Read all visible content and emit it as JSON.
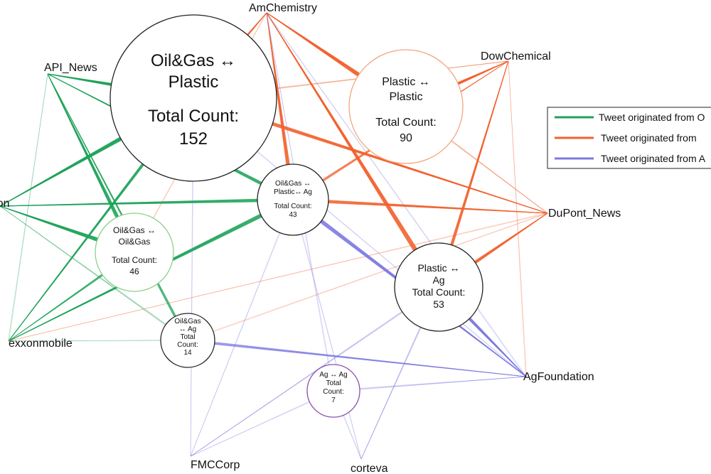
{
  "colors": {
    "oilgas": "#1fa35a",
    "chemical": "#f2622e",
    "ag": "#7c78e0",
    "circle_oilgas": "#8fd08a",
    "circle_chemical": "#f3a57f",
    "circle_ag": "#8a4fb0",
    "circle_mixed": "#222222"
  },
  "nodes": [
    {
      "id": "AmChemistry",
      "label": "AmChemistry",
      "group": "chemical"
    },
    {
      "id": "DowChemical",
      "label": "DowChemical",
      "group": "chemical"
    },
    {
      "id": "DuPont_News",
      "label": "DuPont_News",
      "group": "chemical"
    },
    {
      "id": "API_News",
      "label": "API_News",
      "group": "oilgas"
    },
    {
      "id": "Chevron",
      "label": "Chevron",
      "group": "oilgas"
    },
    {
      "id": "exxonmobile",
      "label": "exxonmobile",
      "group": "oilgas"
    },
    {
      "id": "AgFoundation",
      "label": "AgFoundation",
      "group": "ag"
    },
    {
      "id": "FMCCorp",
      "label": "FMCCorp",
      "group": "ag"
    },
    {
      "id": "corteva",
      "label": "corteva",
      "group": "ag"
    }
  ],
  "clusters": [
    {
      "id": "oilgas_plastic",
      "lines": [
        "Oil&Gas ↔",
        "Plastic",
        "",
        "Total Count:",
        "152"
      ],
      "count": 152,
      "style": "mixed"
    },
    {
      "id": "plastic_plastic",
      "lines": [
        "Plastic ↔",
        "Plastic",
        "",
        "Total Count:",
        "90"
      ],
      "count": 90,
      "style": "chemical"
    },
    {
      "id": "oilgas_plastic_ag",
      "lines": [
        "Oil&Gas ↔",
        "Plastic↔ Ag",
        "",
        "Total Count:",
        "43"
      ],
      "count": 43,
      "style": "mixed"
    },
    {
      "id": "oilgas_oilgas",
      "lines": [
        "Oil&Gas ↔",
        "Oil&Gas",
        "",
        "Total Count:",
        "46"
      ],
      "count": 46,
      "style": "oilgas"
    },
    {
      "id": "plastic_ag",
      "lines": [
        "Plastic ↔",
        "Ag",
        "Total Count:",
        "53"
      ],
      "count": 53,
      "style": "mixed"
    },
    {
      "id": "oilgas_ag",
      "lines": [
        "Oil&Gas",
        "↔ Ag",
        "Total",
        "Count:",
        "14"
      ],
      "count": 14,
      "style": "mixed"
    },
    {
      "id": "ag_ag",
      "lines": [
        "Ag ↔ Ag",
        "Total",
        "Count:",
        "7"
      ],
      "count": 7,
      "style": "ag"
    }
  ],
  "edges": [
    {
      "from": "AmChemistry",
      "to": "oilgas_plastic",
      "color": "chemical",
      "weight": 6
    },
    {
      "from": "AmChemistry",
      "to": "plastic_plastic",
      "color": "chemical",
      "weight": 7
    },
    {
      "from": "AmChemistry",
      "to": "oilgas_plastic_ag",
      "color": "chemical",
      "weight": 5
    },
    {
      "from": "AmChemistry",
      "to": "plastic_ag",
      "color": "chemical",
      "weight": 6
    },
    {
      "from": "AmChemistry",
      "to": "oilgas_oilgas",
      "color": "chemical",
      "weight": 1
    },
    {
      "from": "AmChemistry",
      "to": "ag_ag",
      "color": "ag",
      "weight": 1
    },
    {
      "from": "AmChemistry",
      "to": "AgFoundation",
      "color": "ag",
      "weight": 1
    },
    {
      "from": "DowChemical",
      "to": "oilgas_plastic",
      "color": "chemical",
      "weight": 2
    },
    {
      "from": "DowChemical",
      "to": "plastic_plastic",
      "color": "chemical",
      "weight": 6
    },
    {
      "from": "DowChemical",
      "to": "oilgas_plastic_ag",
      "color": "chemical",
      "weight": 3
    },
    {
      "from": "DowChemical",
      "to": "plastic_ag",
      "color": "chemical",
      "weight": 4
    },
    {
      "from": "DowChemical",
      "to": "AgFoundation",
      "color": "chemical",
      "weight": 1
    },
    {
      "from": "DuPont_News",
      "to": "oilgas_plastic",
      "color": "chemical",
      "weight": 5
    },
    {
      "from": "DuPont_News",
      "to": "plastic_plastic",
      "color": "chemical",
      "weight": 2
    },
    {
      "from": "DuPont_News",
      "to": "oilgas_plastic_ag",
      "color": "chemical",
      "weight": 4
    },
    {
      "from": "DuPont_News",
      "to": "plastic_ag",
      "color": "chemical",
      "weight": 5
    },
    {
      "from": "DuPont_News",
      "to": "oilgas_ag",
      "color": "chemical",
      "weight": 1
    },
    {
      "from": "API_News",
      "to": "oilgas_plastic",
      "color": "oilgas",
      "weight": 7
    },
    {
      "from": "API_News",
      "to": "oilgas_oilgas",
      "color": "oilgas",
      "weight": 5
    },
    {
      "from": "API_News",
      "to": "oilgas_plastic_ag",
      "color": "oilgas",
      "weight": 4
    },
    {
      "from": "API_News",
      "to": "oilgas_ag",
      "color": "oilgas",
      "weight": 3
    },
    {
      "from": "API_News",
      "to": "exxonmobile",
      "color": "oilgas",
      "weight": 1
    },
    {
      "from": "Chevron",
      "to": "oilgas_plastic",
      "color": "oilgas",
      "weight": 7
    },
    {
      "from": "Chevron",
      "to": "oilgas_oilgas",
      "color": "oilgas",
      "weight": 6
    },
    {
      "from": "Chevron",
      "to": "oilgas_plastic_ag",
      "color": "oilgas",
      "weight": 4
    },
    {
      "from": "Chevron",
      "to": "oilgas_ag",
      "color": "oilgas",
      "weight": 2
    },
    {
      "from": "exxonmobile",
      "to": "oilgas_plastic",
      "color": "oilgas",
      "weight": 4
    },
    {
      "from": "exxonmobile",
      "to": "oilgas_oilgas",
      "color": "oilgas",
      "weight": 3
    },
    {
      "from": "exxonmobile",
      "to": "oilgas_plastic_ag",
      "color": "oilgas",
      "weight": 5
    },
    {
      "from": "exxonmobile",
      "to": "oilgas_ag",
      "color": "oilgas",
      "weight": 1
    },
    {
      "from": "exxonmobile",
      "to": "DuPont_News",
      "color": "chemical",
      "weight": 1
    },
    {
      "from": "AgFoundation",
      "to": "oilgas_plastic_ag",
      "color": "ag",
      "weight": 5
    },
    {
      "from": "AgFoundation",
      "to": "plastic_ag",
      "color": "ag",
      "weight": 5
    },
    {
      "from": "AgFoundation",
      "to": "oilgas_ag",
      "color": "ag",
      "weight": 3
    },
    {
      "from": "AgFoundation",
      "to": "ag_ag",
      "color": "ag",
      "weight": 2
    },
    {
      "from": "AgFoundation",
      "to": "oilgas_plastic",
      "color": "ag",
      "weight": 1
    },
    {
      "from": "FMCCorp",
      "to": "oilgas_plastic_ag",
      "color": "ag",
      "weight": 1
    },
    {
      "from": "FMCCorp",
      "to": "plastic_ag",
      "color": "ag",
      "weight": 2
    },
    {
      "from": "FMCCorp",
      "to": "ag_ag",
      "color": "ag",
      "weight": 1
    },
    {
      "from": "FMCCorp",
      "to": "oilgas_plastic",
      "color": "ag",
      "weight": 1
    },
    {
      "from": "corteva",
      "to": "oilgas_plastic_ag",
      "color": "ag",
      "weight": 1
    },
    {
      "from": "corteva",
      "to": "plastic_ag",
      "color": "ag",
      "weight": 2
    },
    {
      "from": "corteva",
      "to": "ag_ag",
      "color": "ag",
      "weight": 1
    }
  ],
  "legend": [
    {
      "label": "Tweet originated from O",
      "color": "oilgas"
    },
    {
      "label": "Tweet originated from",
      "color": "chemical"
    },
    {
      "label": "Tweet originated from A",
      "color": "ag"
    }
  ]
}
